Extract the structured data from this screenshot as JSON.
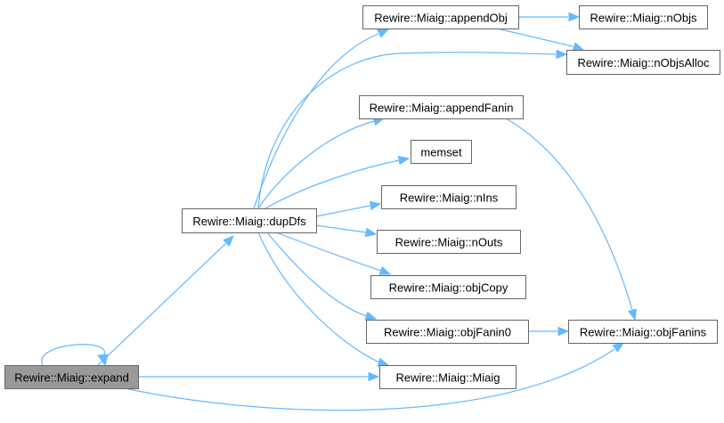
{
  "graph": {
    "type": "call-graph",
    "root": "expand",
    "nodes": [
      {
        "id": "expand",
        "label": "Rewire::Miaig::expand",
        "root": true
      },
      {
        "id": "dupDfs",
        "label": "Rewire::Miaig::dupDfs"
      },
      {
        "id": "appendObj",
        "label": "Rewire::Miaig::appendObj"
      },
      {
        "id": "nObjs",
        "label": "Rewire::Miaig::nObjs"
      },
      {
        "id": "nObjsAlloc",
        "label": "Rewire::Miaig::nObjsAlloc"
      },
      {
        "id": "appendFanin",
        "label": "Rewire::Miaig::appendFanin"
      },
      {
        "id": "memset",
        "label": "memset"
      },
      {
        "id": "nIns",
        "label": "Rewire::Miaig::nIns"
      },
      {
        "id": "nOuts",
        "label": "Rewire::Miaig::nOuts"
      },
      {
        "id": "objCopy",
        "label": "Rewire::Miaig::objCopy"
      },
      {
        "id": "objFanin0",
        "label": "Rewire::Miaig::objFanin0"
      },
      {
        "id": "objFanins",
        "label": "Rewire::Miaig::objFanins"
      },
      {
        "id": "Miaig",
        "label": "Rewire::Miaig::Miaig"
      }
    ],
    "edges": [
      {
        "from": "expand",
        "to": "expand"
      },
      {
        "from": "expand",
        "to": "dupDfs"
      },
      {
        "from": "expand",
        "to": "Miaig"
      },
      {
        "from": "expand",
        "to": "objFanins"
      },
      {
        "from": "dupDfs",
        "to": "appendObj"
      },
      {
        "from": "dupDfs",
        "to": "nObjsAlloc"
      },
      {
        "from": "dupDfs",
        "to": "appendFanin"
      },
      {
        "from": "dupDfs",
        "to": "memset"
      },
      {
        "from": "dupDfs",
        "to": "nIns"
      },
      {
        "from": "dupDfs",
        "to": "nOuts"
      },
      {
        "from": "dupDfs",
        "to": "objCopy"
      },
      {
        "from": "dupDfs",
        "to": "objFanin0"
      },
      {
        "from": "dupDfs",
        "to": "Miaig"
      },
      {
        "from": "appendObj",
        "to": "nObjs"
      },
      {
        "from": "appendObj",
        "to": "nObjsAlloc"
      },
      {
        "from": "appendFanin",
        "to": "objFanins"
      },
      {
        "from": "objFanin0",
        "to": "objFanins"
      }
    ]
  },
  "colors": {
    "edge": "#63b8ff",
    "node_border": "#666666",
    "node_fill": "#ffffff",
    "root_fill": "#999999"
  }
}
